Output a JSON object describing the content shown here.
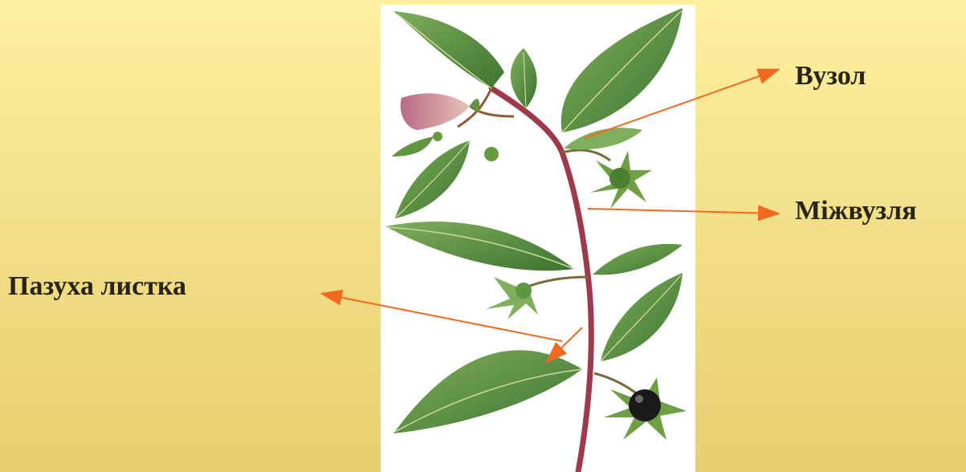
{
  "labels": {
    "node": "Вузол",
    "internode": "Міжвузля",
    "leaf_axil": "Пазуха листка"
  },
  "colors": {
    "background_top": "#fdf0a0",
    "background_bottom": "#e8cf6e",
    "arrow": "#f26a1f",
    "label_text": "#2a2416",
    "stem": "#9e3a4a",
    "leaf": "#4f8a3a",
    "leaf_vein": "#c9d99a",
    "flower": "#c98a9a",
    "berry": "#1a1a1a"
  },
  "icons": {
    "illustration": "belladonna-plant-illustration",
    "arrowhead": "arrowhead-icon"
  }
}
